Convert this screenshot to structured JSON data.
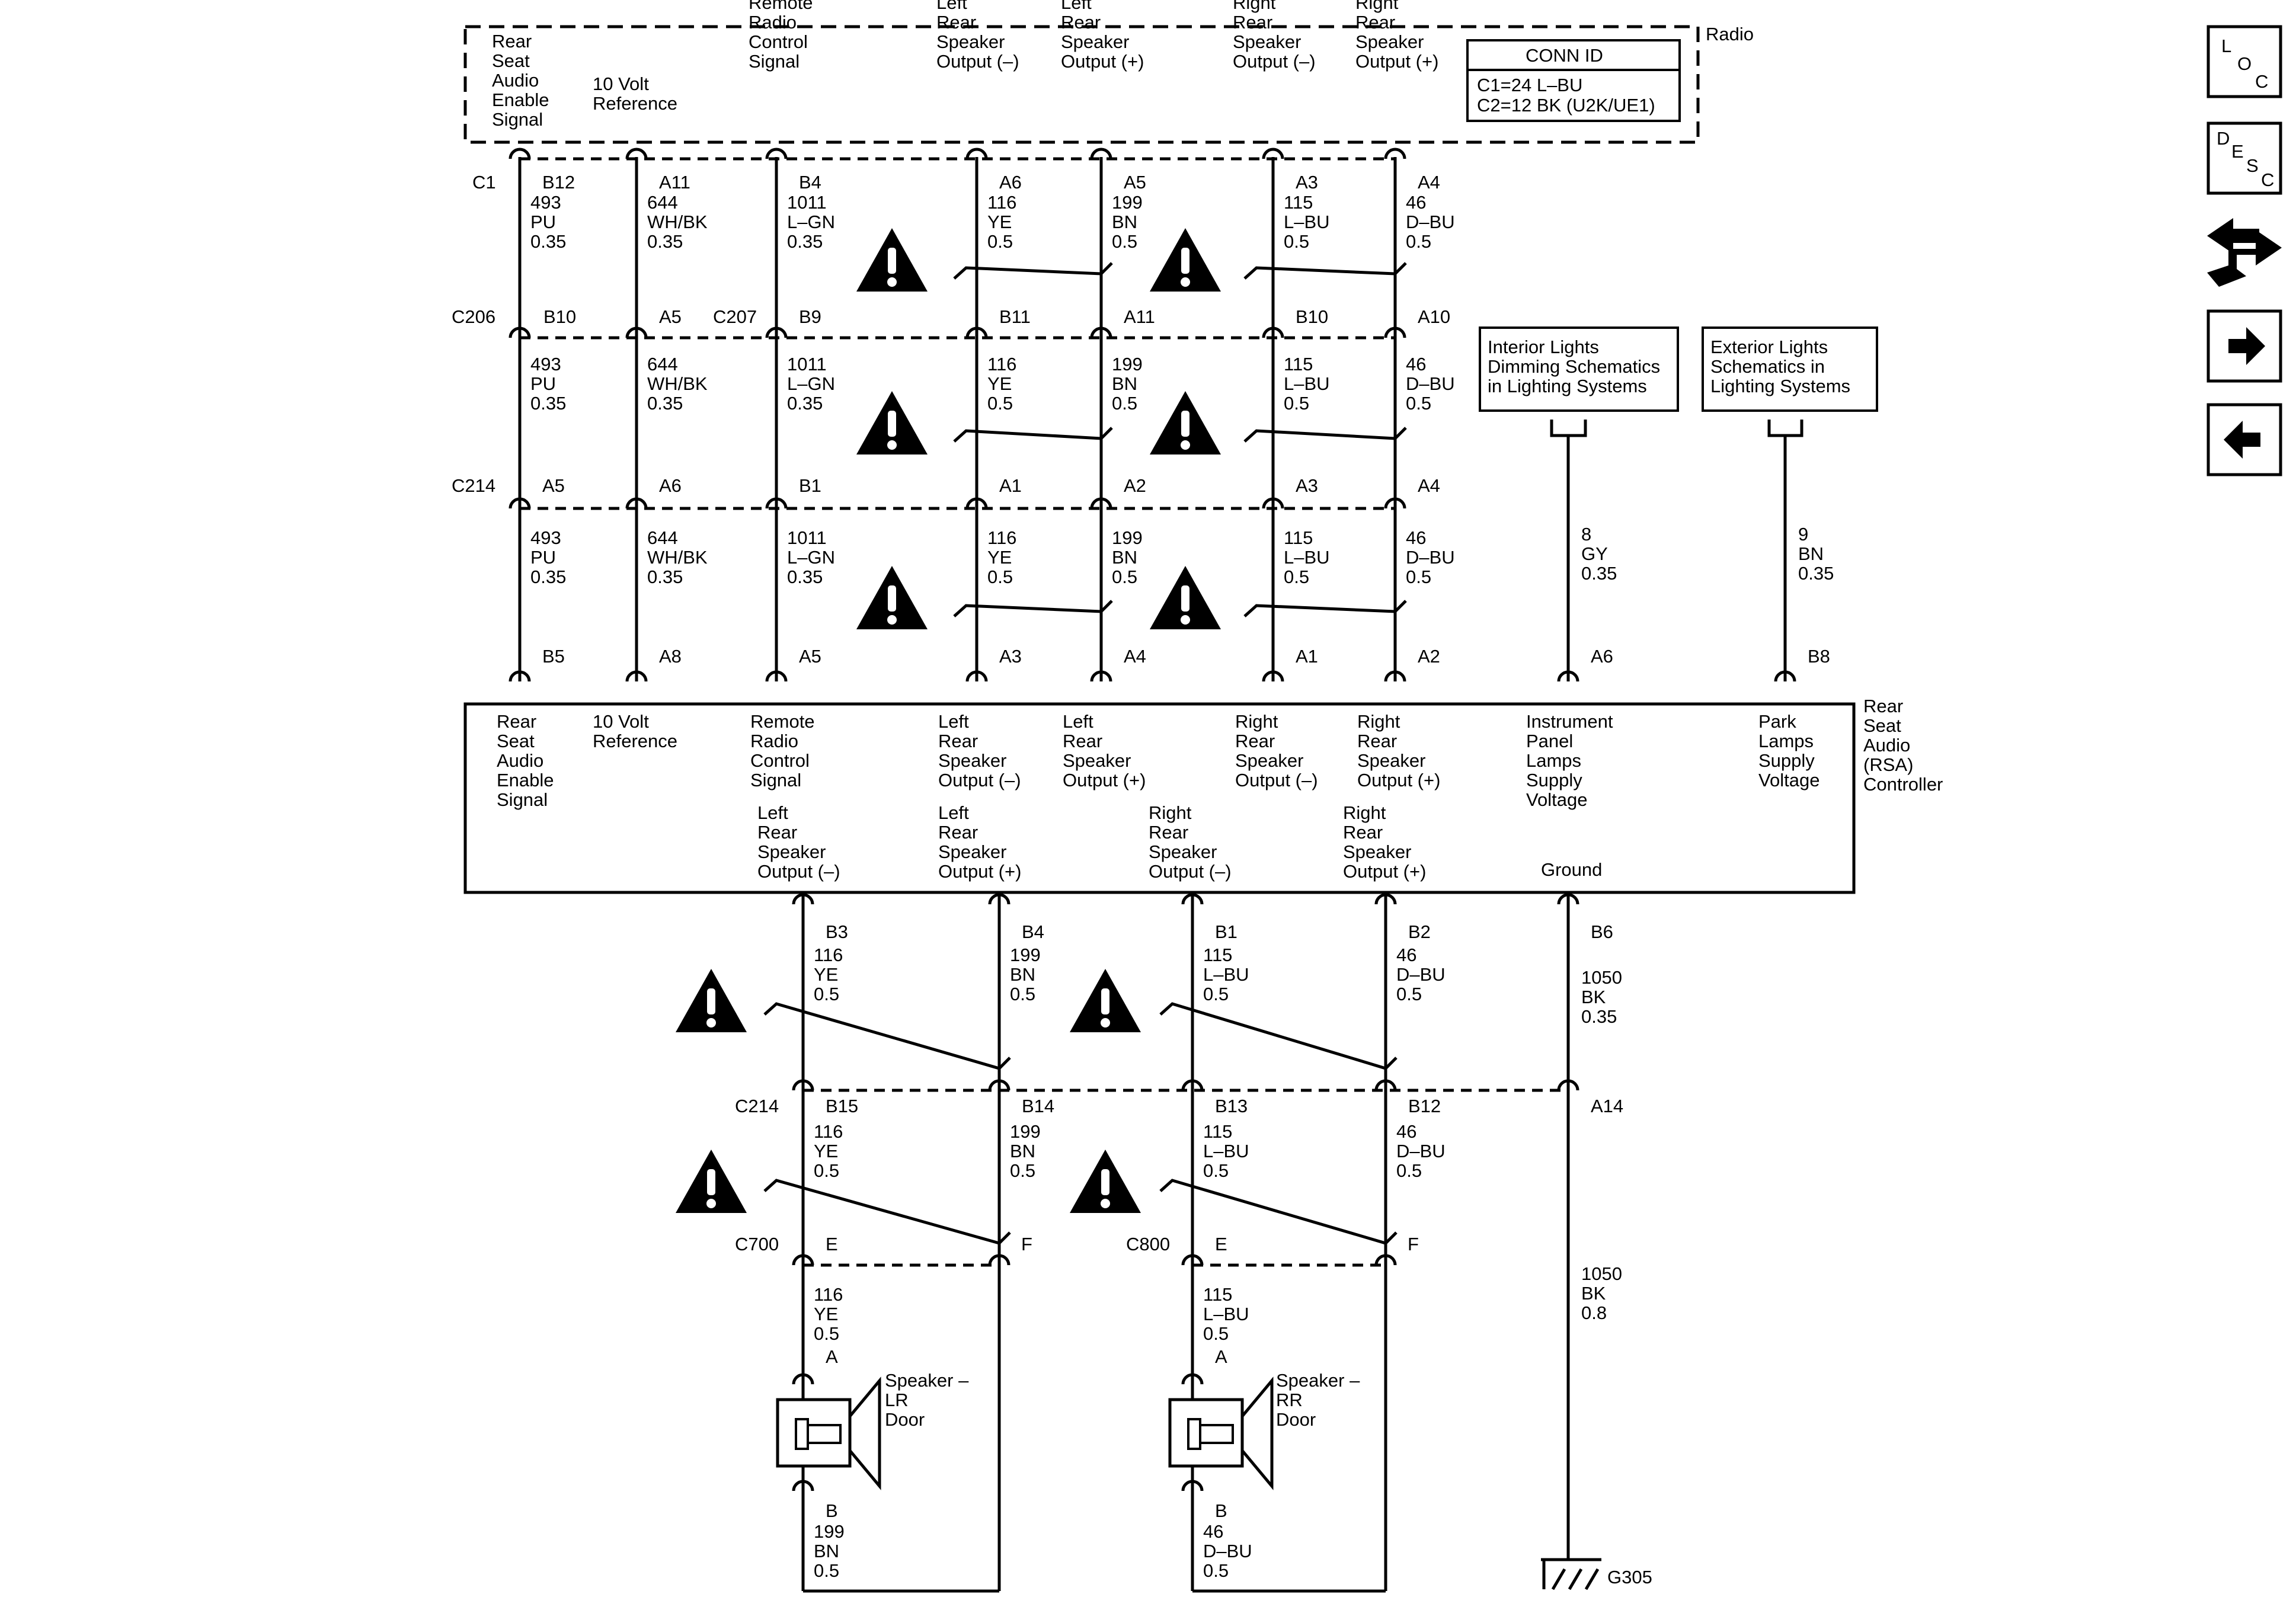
{
  "radio": {
    "name": "Radio",
    "labels": [
      [
        "Rear",
        "Seat",
        "Audio",
        "Enable",
        "Signal"
      ],
      [
        "10 Volt",
        "Reference"
      ],
      [
        "Remote",
        "Radio",
        "Control",
        "Signal"
      ],
      [
        "Left",
        "Rear",
        "Speaker",
        "Output (–)"
      ],
      [
        "Left",
        "Rear",
        "Speaker",
        "Output (+)"
      ],
      [
        "Right",
        "Rear",
        "Speaker",
        "Output (–)"
      ],
      [
        "Right",
        "Rear",
        "Speaker",
        "Output (+)"
      ]
    ],
    "conn_id": {
      "title": "CONN ID",
      "line1": "C1=24 L–BU",
      "line2": "C2=12 BK (U2K/UE1)"
    }
  },
  "connectors": {
    "c1": {
      "name": "C1",
      "pins": [
        "B12",
        "A11",
        "B4",
        "A6",
        "A5",
        "A3",
        "A4"
      ]
    },
    "c206": {
      "name": "C206",
      "pins": [
        "B10",
        "A5"
      ]
    },
    "c207": {
      "name": "C207",
      "pins": [
        "B9",
        "B11",
        "A11",
        "B10",
        "A10"
      ]
    },
    "c214_top": {
      "name": "C214",
      "pins": [
        "A5",
        "A6",
        "B1",
        "A1",
        "A2",
        "A3",
        "A4"
      ]
    },
    "rsa_top": {
      "pins": [
        "B5",
        "A8",
        "A5",
        "A3",
        "A4",
        "A1",
        "A2",
        "A6",
        "B8"
      ]
    },
    "rsa_bottom": {
      "pins": [
        "B3",
        "B4",
        "B1",
        "B2",
        "B6"
      ]
    },
    "c214_bottom": {
      "name": "C214",
      "pins": [
        "B15",
        "B14",
        "B13",
        "B12",
        "A14"
      ]
    },
    "c700": {
      "name": "C700",
      "pins": [
        "E",
        "F"
      ]
    },
    "c800": {
      "name": "C800",
      "pins": [
        "E",
        "F"
      ]
    },
    "spk_lr": {
      "pins": [
        "A",
        "B"
      ]
    },
    "spk_rr": {
      "pins": [
        "A",
        "B"
      ]
    }
  },
  "wires": {
    "w493": [
      "493",
      "PU",
      "0.35"
    ],
    "w644": [
      "644",
      "WH/BK",
      "0.35"
    ],
    "w1011": [
      "1011",
      "L–GN",
      "0.35"
    ],
    "w116": [
      "116",
      "YE",
      "0.5"
    ],
    "w199": [
      "199",
      "BN",
      "0.5"
    ],
    "w115": [
      "115",
      "L–BU",
      "0.5"
    ],
    "w46": [
      "46",
      "D–BU",
      "0.5"
    ],
    "w8": [
      "8",
      "GY",
      "0.35"
    ],
    "w9": [
      "9",
      "BN",
      "0.35"
    ],
    "w1050a": [
      "1050",
      "BK",
      "0.35"
    ],
    "w1050b": [
      "1050",
      "BK",
      "0.8"
    ]
  },
  "refs": {
    "interior": [
      "Interior Lights",
      "Dimming Schematics",
      "in Lighting Systems"
    ],
    "exterior": [
      "Exterior Lights",
      "Schematics in",
      "Lighting Systems"
    ]
  },
  "rsa": {
    "name": [
      "Rear",
      "Seat",
      "Audio",
      "(RSA)",
      "Controller"
    ],
    "top_labels": [
      [
        "Rear",
        "Seat",
        "Audio",
        "Enable",
        "Signal"
      ],
      [
        "10 Volt",
        "Reference"
      ],
      [
        "Remote",
        "Radio",
        "Control",
        "Signal"
      ],
      [
        "Left",
        "Rear",
        "Speaker",
        "Output (–)"
      ],
      [
        "Left",
        "Rear",
        "Speaker",
        "Output (+)"
      ],
      [
        "Right",
        "Rear",
        "Speaker",
        "Output (–)"
      ],
      [
        "Right",
        "Rear",
        "Speaker",
        "Output (+)"
      ],
      [
        "Instrument",
        "Panel",
        "Lamps",
        "Supply",
        "Voltage"
      ],
      [
        "Park",
        "Lamps",
        "Supply",
        "Voltage"
      ]
    ],
    "bottom_labels": [
      [
        "Left",
        "Rear",
        "Speaker",
        "Output (–)"
      ],
      [
        "Left",
        "Rear",
        "Speaker",
        "Output (+)"
      ],
      [
        "Right",
        "Rear",
        "Speaker",
        "Output (–)"
      ],
      [
        "Right",
        "Rear",
        "Speaker",
        "Output (+)"
      ],
      [
        "Ground"
      ]
    ]
  },
  "speakers": {
    "lr": [
      "Speaker –",
      "LR",
      "Door"
    ],
    "rr": [
      "Speaker –",
      "RR",
      "Door"
    ]
  },
  "ground": "G305",
  "nav": {
    "loc": [
      "L",
      "O",
      "C"
    ],
    "desc": [
      "D",
      "E",
      "S",
      "C"
    ],
    "icons": [
      "exchange-icon",
      "arrow-right-icon",
      "arrow-left-icon"
    ]
  }
}
